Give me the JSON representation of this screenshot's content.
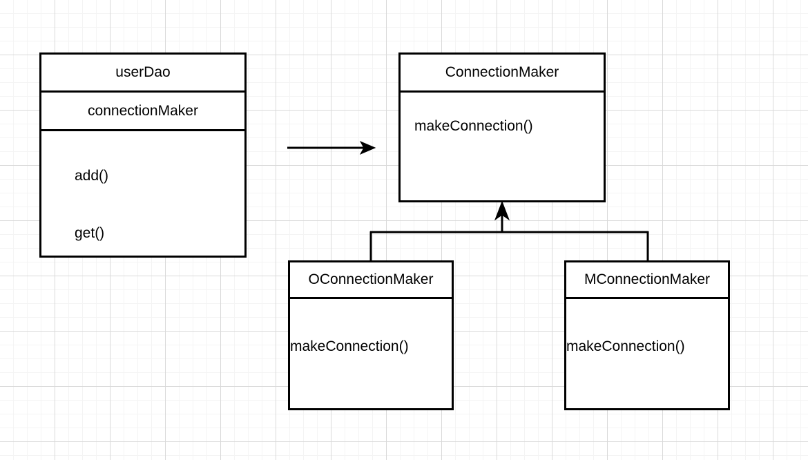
{
  "diagram": {
    "type": "uml-class-diagram",
    "background": "graph-paper",
    "stroke_color": "#000000",
    "fill_color": "#ffffff",
    "grid_minor_color": "#f4f4f4",
    "grid_major_color": "#d9d9d9"
  },
  "classes": {
    "user_dao": {
      "name": "userDao",
      "attributes": [
        "connectionMaker"
      ],
      "operations": [
        "add()",
        "get()"
      ]
    },
    "connection_maker": {
      "name": "ConnectionMaker",
      "operations": [
        "makeConnection()"
      ]
    },
    "o_connection_maker": {
      "name": "OConnectionMaker",
      "operations": [
        "makeConnection()"
      ]
    },
    "m_connection_maker": {
      "name": "MConnectionMaker",
      "operations": [
        "makeConnection()"
      ]
    }
  },
  "relations": {
    "association": {
      "kind": "association-arrow",
      "from": "userDao",
      "to": "ConnectionMaker",
      "label": ""
    },
    "generalization_left": {
      "kind": "inheritance",
      "from": "OConnectionMaker",
      "to": "ConnectionMaker",
      "label": ""
    },
    "generalization_right": {
      "kind": "inheritance",
      "from": "MConnectionMaker",
      "to": "ConnectionMaker",
      "label": ""
    }
  }
}
